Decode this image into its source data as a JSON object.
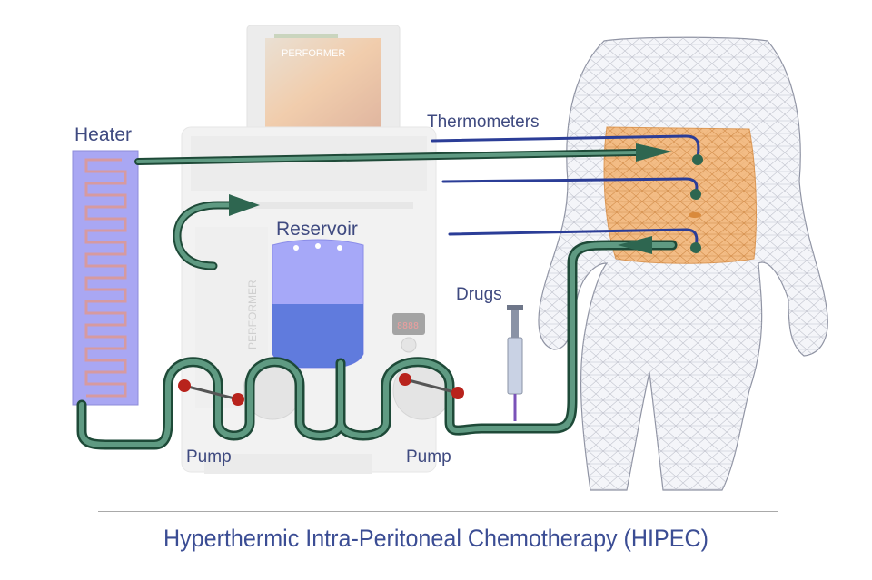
{
  "labels": {
    "heater": "Heater",
    "thermometers": "Thermometers",
    "reservoir": "Reservoir",
    "drugs": "Drugs",
    "pump_left": "Pump",
    "pump_right": "Pump"
  },
  "caption": "Hyperthermic Intra-Peritoneal Chemotherapy (HIPEC)",
  "machine": {
    "brand": "PERFORMER",
    "display": "8888"
  },
  "colors": {
    "tube": "#2e6650",
    "tube_highlight": "#5f9a82",
    "thermometer_line": "#2b3d97",
    "heater_fill": "#a9a7f3",
    "reservoir_fill": "#a6a8f8",
    "abdomen_fill": "#f3b371",
    "pump_ball": "#b8231c",
    "label_text": "#3f4a80",
    "caption_text": "#3b4d94"
  }
}
